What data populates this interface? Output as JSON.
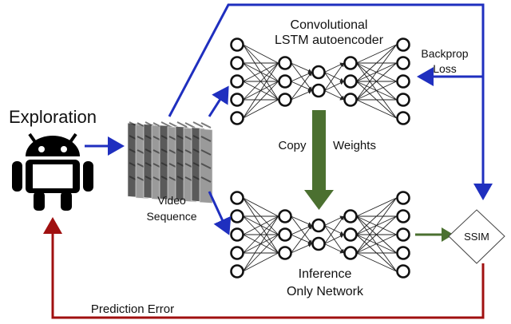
{
  "labels": {
    "exploration": "Exploration",
    "video_line1": "Video",
    "video_line2": "Sequence",
    "conv_line1": "Convolutional",
    "conv_line2": "LSTM autoencoder",
    "backprop_line1": "Backprop",
    "backprop_line2": "Loss",
    "copy": "Copy",
    "weights": "Weights",
    "inference_line1": "Inference",
    "inference_line2": "Only Network",
    "ssim": "SSIM",
    "prediction_error": "Prediction Error"
  },
  "icons": {
    "agent": "android-robot-icon",
    "video": "video-frames-icon"
  },
  "network": {
    "layer_node_counts": [
      5,
      3,
      2,
      3,
      5
    ]
  },
  "colors": {
    "blue_arrow": "#1f2fbf",
    "red_arrow": "#a01010",
    "green_arrow": "#4b7030",
    "node_stroke": "#111111",
    "edge": "#222222"
  }
}
